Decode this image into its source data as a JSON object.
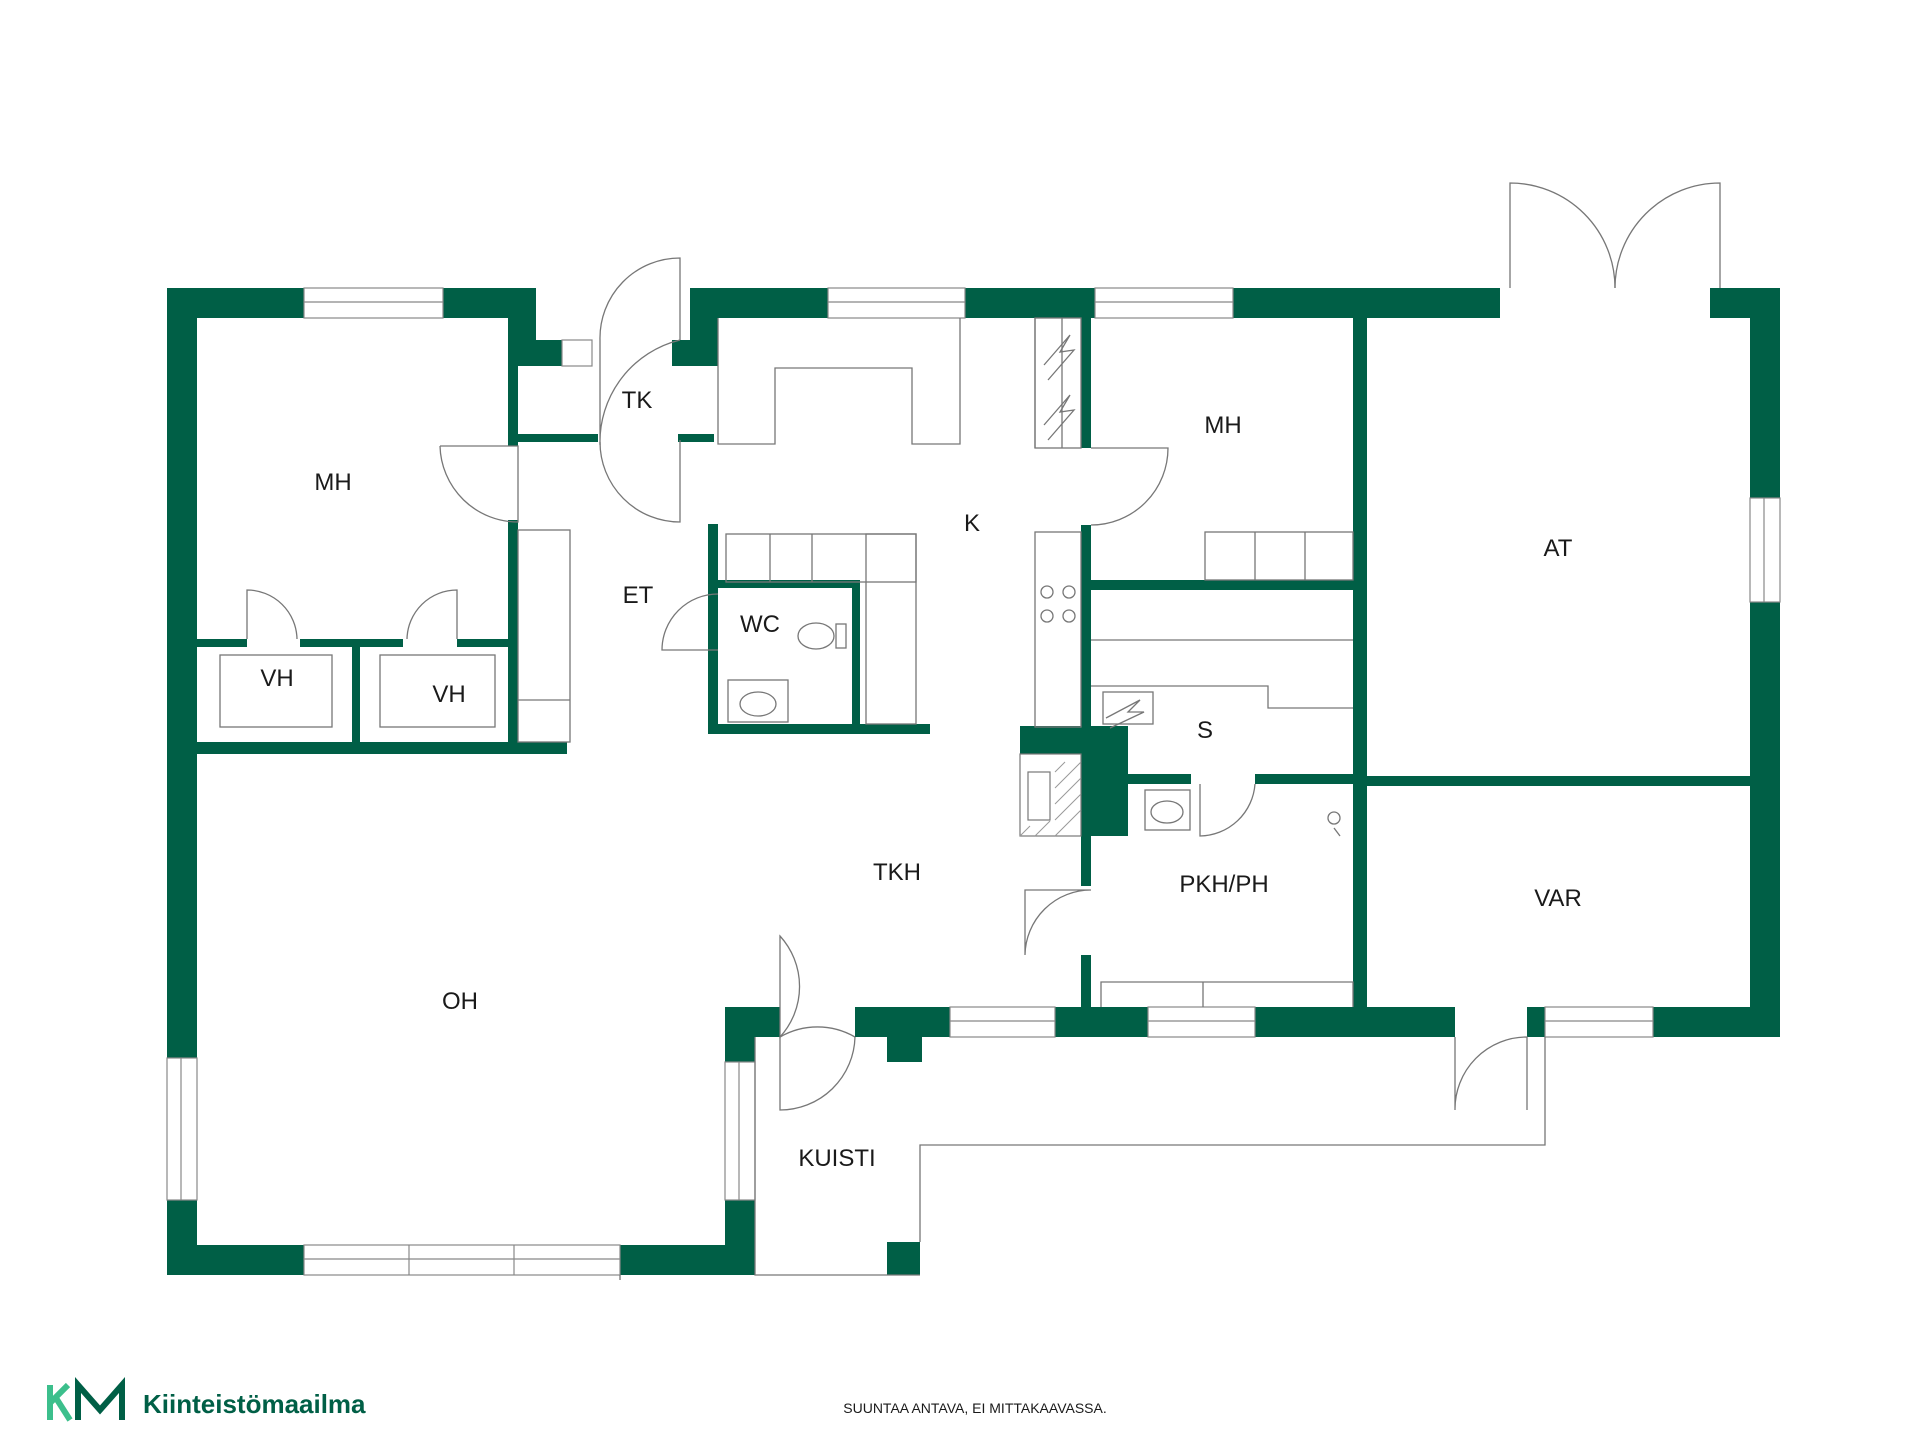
{
  "colors": {
    "wall": "#005f46",
    "fixture": "#777777",
    "logo_light": "#3cbf8c"
  },
  "brand": {
    "logo_mark": "KM",
    "name": "Kiinteistömaailma"
  },
  "note": "SUUNTAA ANTAVA, EI MITTAKAAVASSA.",
  "rooms": {
    "mh_left": "MH",
    "tk": "TK",
    "et": "ET",
    "wc": "WC",
    "k": "K",
    "mh_right": "MH",
    "at": "AT",
    "vh_1": "VH",
    "vh_2": "VH",
    "s": "S",
    "tkh": "TKH",
    "pkh_ph": "PKH/PH",
    "var": "VAR",
    "oh": "OH",
    "kuisti": "KUISTI"
  }
}
